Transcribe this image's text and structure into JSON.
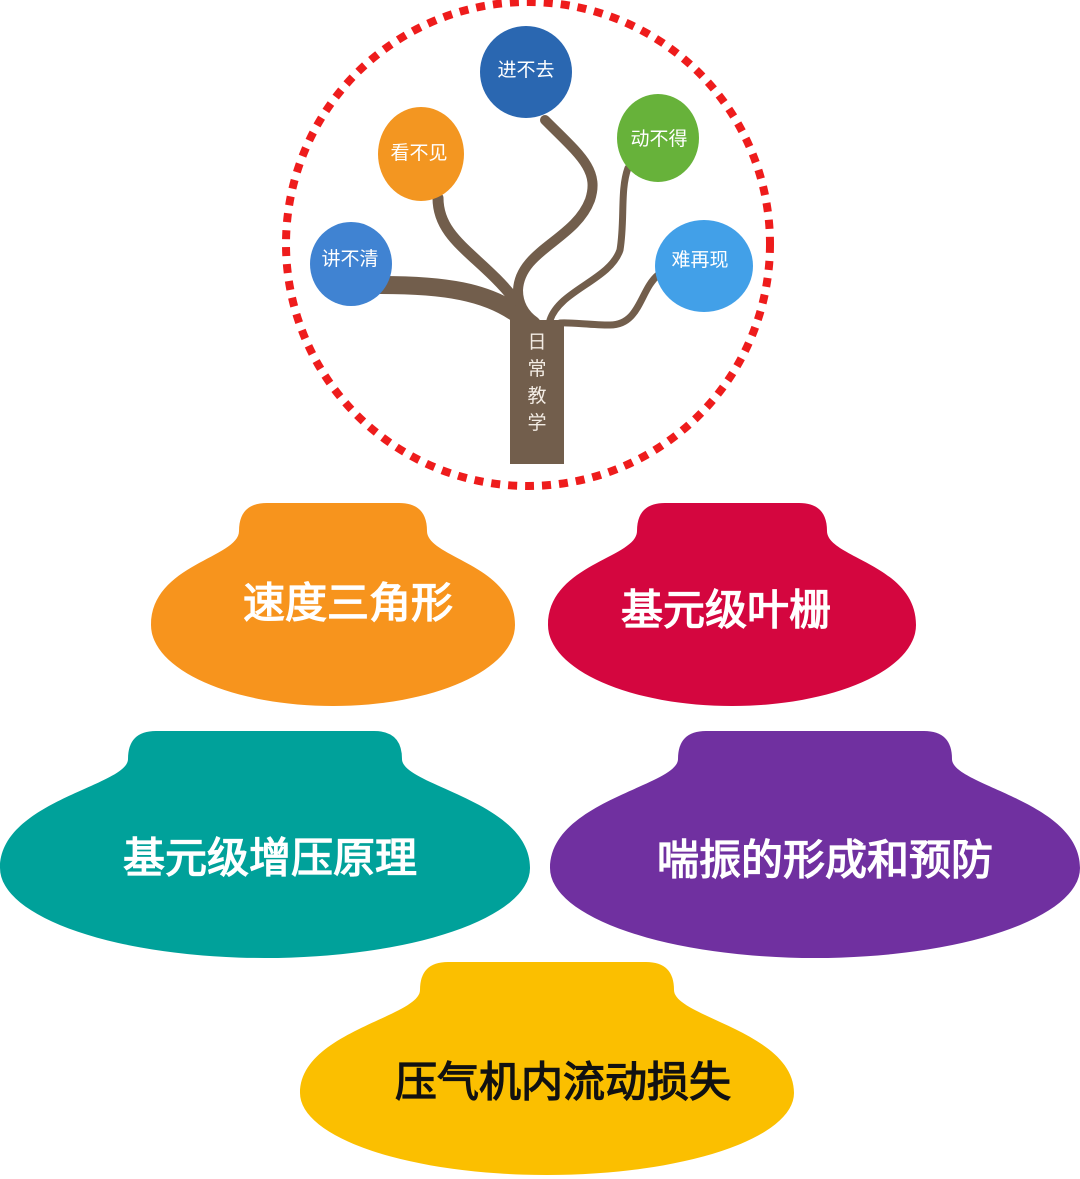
{
  "tree": {
    "trunk_label": [
      "日",
      "常",
      "教",
      "学"
    ],
    "leaves": [
      {
        "label": "进不去",
        "color": "#2a67b1"
      },
      {
        "label": "看不见",
        "color": "#f39621"
      },
      {
        "label": "动不得",
        "color": "#67b23a"
      },
      {
        "label": "讲不清",
        "color": "#4083d2"
      },
      {
        "label": "难再现",
        "color": "#42a0e8"
      }
    ],
    "trunk_color": "#725e4c",
    "border_color": "#ee1c1c"
  },
  "topics": [
    {
      "label": "速度三角形",
      "color": "#f7941d",
      "text_color": "#ffffff"
    },
    {
      "label": "基元级叶栅",
      "color": "#d4063f",
      "text_color": "#ffffff"
    },
    {
      "label": "基元级增压原理",
      "color": "#00a19a",
      "text_color": "#ffffff"
    },
    {
      "label": "喘振的形成和预防",
      "color": "#7030a0",
      "text_color": "#ffffff"
    },
    {
      "label": "压气机内流动损失",
      "color": "#fbbf00",
      "text_color": "#111111"
    }
  ]
}
